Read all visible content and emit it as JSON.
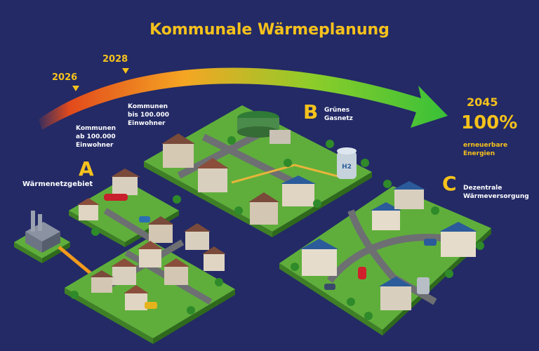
{
  "title": "Kommunale Wärmeplanung",
  "timeline": {
    "year_2026": "2026",
    "year_2028": "2028",
    "year_2045": "2045",
    "note_2026": "Kommunen\nab 100.000\nEinwohner",
    "note_2028": "Kommunen\nbis 100.000\nEinwohner",
    "percent": "100%",
    "renewables": "erneuerbare\nEnergien"
  },
  "zones": {
    "a": {
      "letter": "A",
      "label": "Wärmenetzgebiet"
    },
    "b": {
      "letter": "B",
      "label": "Grünes\nGasnetz"
    },
    "c": {
      "letter": "C",
      "label": "Dezentrale\nWärmeversorgung"
    }
  },
  "tank_label": "H2",
  "colors": {
    "background": "#232a66",
    "accent_yellow": "#f6c21c",
    "arrow_start": "#e24a1c",
    "arrow_mid": "#f5a623",
    "arrow_end": "#2fbf3a",
    "grass": "#5fae3b",
    "road": "#6d6f73",
    "heat_pipe": "#f39a1e",
    "gas_pipe": "#e7b53a"
  }
}
